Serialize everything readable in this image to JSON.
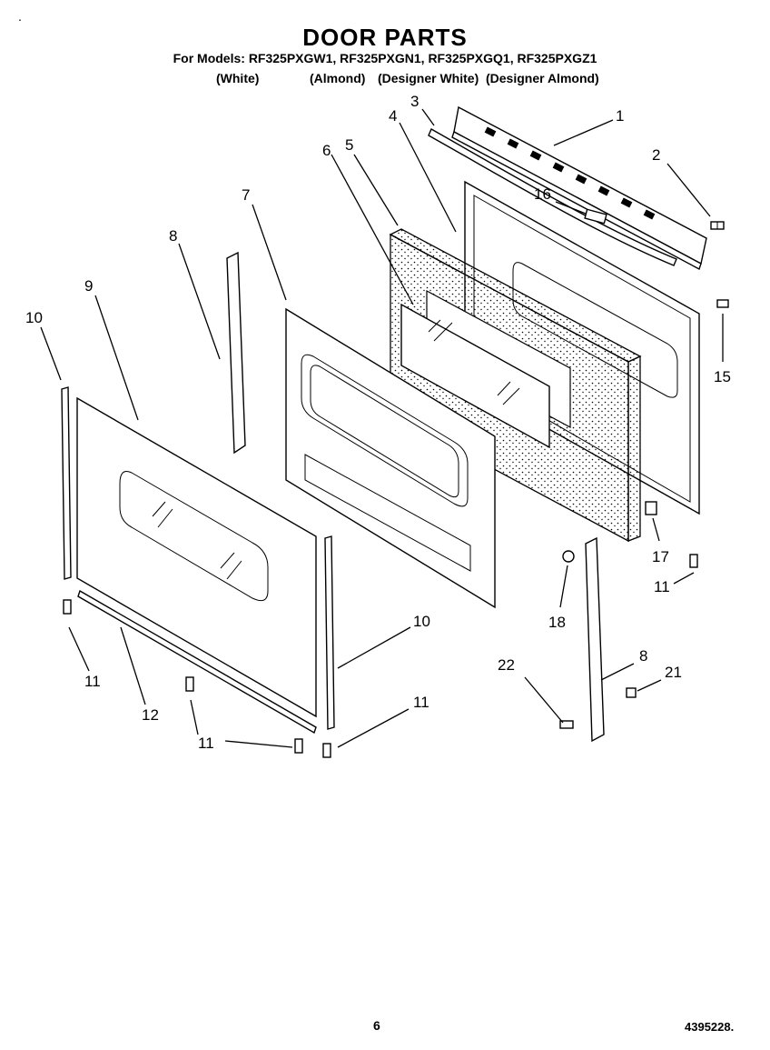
{
  "header": {
    "title": "DOOR PARTS",
    "models": "For Models: RF325PXGW1, RF325PXGN1, RF325PXGQ1, RF325PXGZ1",
    "variants": [
      "(White)",
      "(Almond)",
      "(Designer White)",
      "(Designer Almond)"
    ],
    "mark": "."
  },
  "callouts": [
    "1",
    "2",
    "3",
    "4",
    "5",
    "6",
    "7",
    "8",
    "9",
    "10",
    "10",
    "11",
    "11",
    "11",
    "11",
    "12",
    "15",
    "16",
    "17",
    "18",
    "8",
    "21",
    "22"
  ],
  "footer": {
    "page": "6",
    "doc_number": "4395228."
  }
}
